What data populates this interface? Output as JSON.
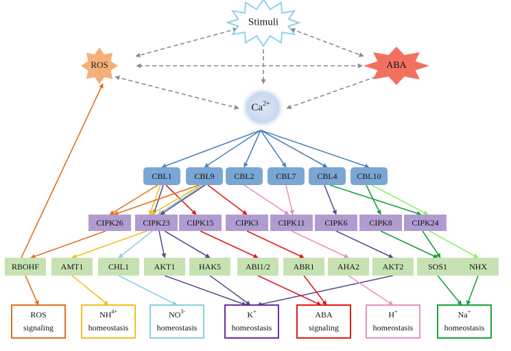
{
  "stimuli": {
    "label": "Stimuli"
  },
  "ros": {
    "label": "ROS"
  },
  "aba": {
    "label": "ABA"
  },
  "ca": {
    "label": "Ca",
    "sup": "2+"
  },
  "cbl": [
    "CBL1",
    "CBL9",
    "CBL2",
    "CBL7",
    "CBL4",
    "CBL10"
  ],
  "cipk": [
    "CIPK26",
    "CIPK23",
    "CIPK15",
    "CIPK3",
    "CIPK11",
    "CIPK6",
    "CIPK8",
    "CIPK24"
  ],
  "targets": [
    "RBOHF",
    "AMT1",
    "CHL1",
    "AKT1",
    "HAK5",
    "ABI1/2",
    "ABR1",
    "AHA2",
    "AKT2",
    "SOS1",
    "NHX"
  ],
  "outcomes": [
    {
      "line1": "ROS",
      "line2": "signaling",
      "color": "#e07020"
    },
    {
      "line1": "NH",
      "sup": "4+",
      "line2": "homeostasis",
      "color": "#f0c020"
    },
    {
      "line1": "NO",
      "sup": "3-",
      "line2": "homeostasis",
      "color": "#8ad0e0"
    },
    {
      "line1": "K",
      "sup": "+",
      "line2": "homeostasis",
      "color": "#6a2ca0"
    },
    {
      "line1": "ABA",
      "line2": "signaling",
      "color": "#e01818"
    },
    {
      "line1": "H",
      "sup": "+",
      "line2": "homeostasis",
      "color": "#e890c0"
    },
    {
      "line1": "Na",
      "sup": "+",
      "line2": "homeostasis",
      "color": "#18a040"
    }
  ],
  "colors": {
    "cbl_fill": "#7aa6d4",
    "cipk_fill": "#b09cd0",
    "target_fill": "#c6e2b2",
    "ca_fill": "#c8d8f0",
    "stimuli_stroke": "#8fd0e6",
    "ros_fill": "#f5b07a",
    "aba_fill": "#f27060",
    "dash": "#8a8a8a",
    "blue": "#4f81bd",
    "orange": "#e07020",
    "yellow": "#f0c020",
    "lightblue": "#8ad0e0",
    "purple": "#5e4a8c",
    "red": "#e01818",
    "pink": "#e890c0",
    "green": "#18a040",
    "lightgreen": "#8ef070"
  }
}
